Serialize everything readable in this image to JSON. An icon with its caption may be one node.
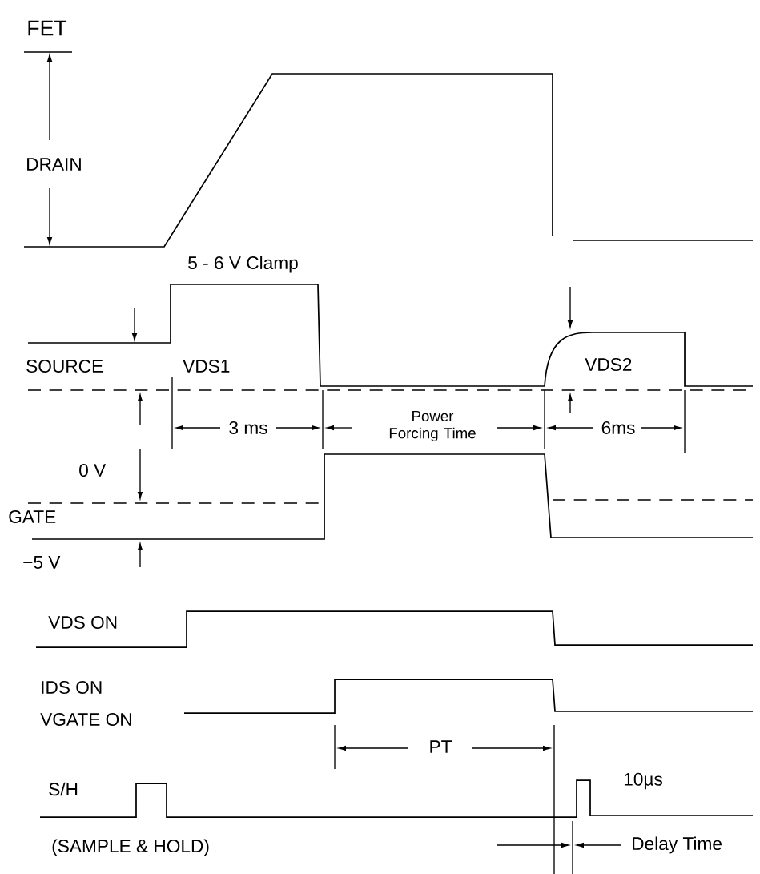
{
  "diagram": {
    "title": "FET",
    "labels": [
      "DRAIN",
      "5 - 6 V Clamp",
      "SOURCE",
      "VDS1",
      "VDS2",
      "3 ms",
      "Power Forcing Time",
      "6ms",
      "0 V",
      "GATE",
      "−5 V",
      "VDS ON",
      "IDS ON",
      "VGATE ON",
      "PT",
      "S/H",
      "10µs",
      "(SAMPLE & HOLD)",
      "Delay Time"
    ]
  }
}
